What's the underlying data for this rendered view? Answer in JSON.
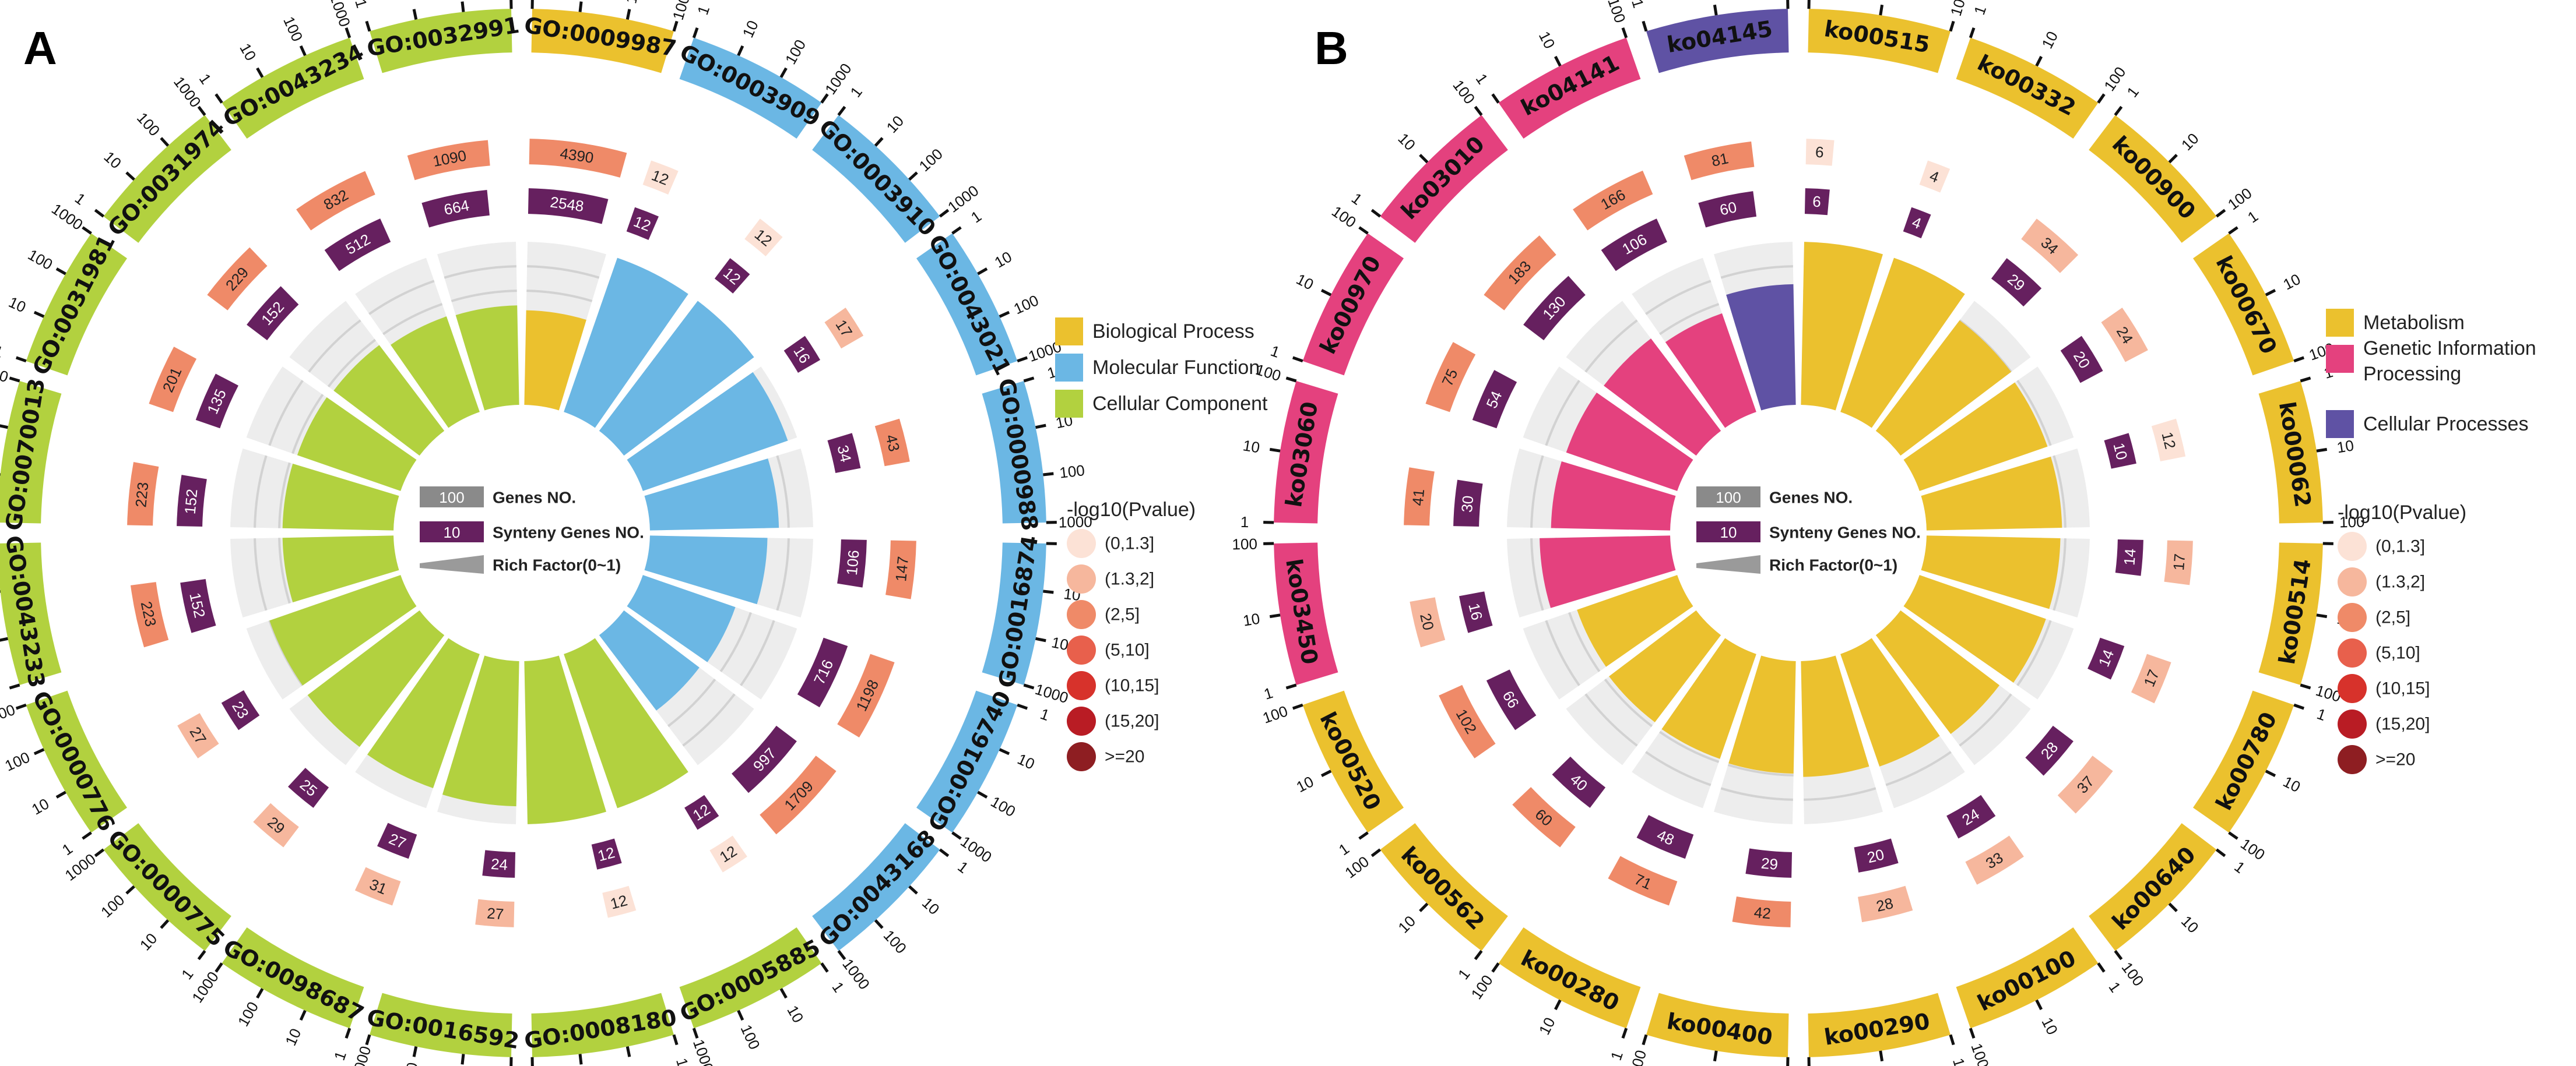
{
  "chart_data": [
    {
      "type": "circos",
      "panel_label": "A",
      "scale_ticks": [
        "1",
        "10",
        "100",
        "1000"
      ],
      "center_legend": {
        "genes_box": "100",
        "genes_label": "Genes NO.",
        "synteny_box": "10",
        "synteny_label": "Synteny Genes NO.",
        "rich_label": "Rich Factor(0~1)"
      },
      "category_legend": [
        {
          "name": "Biological Process",
          "color": "#EBC12E"
        },
        {
          "name": "Molecular Function",
          "color": "#6BB7E4"
        },
        {
          "name": "Cellular Component",
          "color": "#B2D13F"
        }
      ],
      "pvalue_legend": {
        "title": "-log10(Pvalue)",
        "items": [
          {
            "label": "(0,1.3]",
            "color": "#FCE2D6"
          },
          {
            "label": "(1.3,2]",
            "color": "#F6B79D"
          },
          {
            "label": "(2,5]",
            "color": "#EF8A68"
          },
          {
            "label": "(5,10]",
            "color": "#E8604C"
          },
          {
            "label": "(10,15]",
            "color": "#D7322B"
          },
          {
            "label": "(15,20]",
            "color": "#B91C24"
          },
          {
            "label": ">=20",
            "color": "#8E1E22"
          }
        ]
      },
      "terms": [
        {
          "id": "GO:0009987",
          "category": "Biological Process",
          "genes": 4390,
          "synteny": 2548,
          "rich": 0.58
        },
        {
          "id": "GO:0003909",
          "category": "Molecular Function",
          "genes": 12,
          "synteny": 12,
          "rich": 1.0
        },
        {
          "id": "GO:0003910",
          "category": "Molecular Function",
          "genes": 12,
          "synteny": 12,
          "rich": 1.0
        },
        {
          "id": "GO:0043021",
          "category": "Molecular Function",
          "genes": 17,
          "synteny": 16,
          "rich": 0.94
        },
        {
          "id": "GO:0000988",
          "category": "Molecular Function",
          "genes": 43,
          "synteny": 34,
          "rich": 0.79
        },
        {
          "id": "GO:0016874",
          "category": "Molecular Function",
          "genes": 147,
          "synteny": 106,
          "rich": 0.72
        },
        {
          "id": "GO:0016740",
          "category": "Molecular Function",
          "genes": 1198,
          "synteny": 716,
          "rich": 0.6
        },
        {
          "id": "GO:0043168",
          "category": "Molecular Function",
          "genes": 1709,
          "synteny": 997,
          "rich": 0.58
        },
        {
          "id": "GO:0005885",
          "category": "Cellular Component",
          "genes": 12,
          "synteny": 12,
          "rich": 1.0
        },
        {
          "id": "GO:0008180",
          "category": "Cellular Component",
          "genes": 12,
          "synteny": 12,
          "rich": 1.0
        },
        {
          "id": "GO:0016592",
          "category": "Cellular Component",
          "genes": 27,
          "synteny": 24,
          "rich": 0.89
        },
        {
          "id": "GO:0098687",
          "category": "Cellular Component",
          "genes": 31,
          "synteny": 27,
          "rich": 0.87
        },
        {
          "id": "GO:0000775",
          "category": "Cellular Component",
          "genes": 29,
          "synteny": 25,
          "rich": 0.86
        },
        {
          "id": "GO:0000776",
          "category": "Cellular Component",
          "genes": 27,
          "synteny": 23,
          "rich": 0.85
        },
        {
          "id": "GO:0043233",
          "category": "Cellular Component",
          "genes": 223,
          "synteny": 152,
          "rich": 0.68
        },
        {
          "id": "GO:0070013",
          "category": "Cellular Component",
          "genes": 223,
          "synteny": 152,
          "rich": 0.68
        },
        {
          "id": "GO:0031981",
          "category": "Cellular Component",
          "genes": 201,
          "synteny": 135,
          "rich": 0.67
        },
        {
          "id": "GO:0031974",
          "category": "Cellular Component",
          "genes": 229,
          "synteny": 152,
          "rich": 0.66
        },
        {
          "id": "GO:0043234",
          "category": "Cellular Component",
          "genes": 832,
          "synteny": 512,
          "rich": 0.62
        },
        {
          "id": "GO:0032991",
          "category": "Cellular Component",
          "genes": 1090,
          "synteny": 664,
          "rich": 0.61
        }
      ]
    },
    {
      "type": "circos",
      "panel_label": "B",
      "scale_ticks": [
        "1",
        "10",
        "100"
      ],
      "center_legend": {
        "genes_box": "100",
        "genes_label": "Genes NO.",
        "synteny_box": "10",
        "synteny_label": "Synteny Genes NO.",
        "rich_label": "Rich Factor(0~1)"
      },
      "category_legend": [
        {
          "name": "Metabolism",
          "color": "#EBC12E"
        },
        {
          "name": "Genetic Information Processing",
          "color": "#E4417E"
        },
        {
          "name": "Cellular Processes",
          "color": "#5F52A4"
        }
      ],
      "pvalue_legend": {
        "title": "-log10(Pvalue)",
        "items": [
          {
            "label": "(0,1.3]",
            "color": "#FCE2D6"
          },
          {
            "label": "(1.3,2]",
            "color": "#F6B79D"
          },
          {
            "label": "(2,5]",
            "color": "#EF8A68"
          },
          {
            "label": "(5,10]",
            "color": "#E8604C"
          },
          {
            "label": "(10,15]",
            "color": "#D7322B"
          },
          {
            "label": "(15,20]",
            "color": "#B91C24"
          },
          {
            "label": ">=20",
            "color": "#8E1E22"
          }
        ]
      },
      "terms": [
        {
          "id": "ko00515",
          "category": "Metabolism",
          "genes": 6,
          "synteny": 6,
          "rich": 1.0
        },
        {
          "id": "ko00332",
          "category": "Metabolism",
          "genes": 4,
          "synteny": 4,
          "rich": 1.0
        },
        {
          "id": "ko00900",
          "category": "Metabolism",
          "genes": 34,
          "synteny": 29,
          "rich": 0.85
        },
        {
          "id": "ko00670",
          "category": "Metabolism",
          "genes": 24,
          "synteny": 20,
          "rich": 0.83
        },
        {
          "id": "ko00062",
          "category": "Metabolism",
          "genes": 12,
          "synteny": 10,
          "rich": 0.83
        },
        {
          "id": "ko00514",
          "category": "Metabolism",
          "genes": 17,
          "synteny": 14,
          "rich": 0.82
        },
        {
          "id": "ko00780",
          "category": "Metabolism",
          "genes": 17,
          "synteny": 14,
          "rich": 0.82
        },
        {
          "id": "ko00640",
          "category": "Metabolism",
          "genes": 37,
          "synteny": 28,
          "rich": 0.76
        },
        {
          "id": "ko00100",
          "category": "Metabolism",
          "genes": 33,
          "synteny": 24,
          "rich": 0.73
        },
        {
          "id": "ko00290",
          "category": "Metabolism",
          "genes": 28,
          "synteny": 20,
          "rich": 0.71
        },
        {
          "id": "ko00400",
          "category": "Metabolism",
          "genes": 42,
          "synteny": 29,
          "rich": 0.69
        },
        {
          "id": "ko00280",
          "category": "Metabolism",
          "genes": 71,
          "synteny": 48,
          "rich": 0.68
        },
        {
          "id": "ko00562",
          "category": "Metabolism",
          "genes": 60,
          "synteny": 40,
          "rich": 0.67
        },
        {
          "id": "ko00520",
          "category": "Metabolism",
          "genes": 102,
          "synteny": 66,
          "rich": 0.65
        },
        {
          "id": "ko03450",
          "category": "Genetic Information Processing",
          "genes": 20,
          "synteny": 16,
          "rich": 0.8
        },
        {
          "id": "ko03060",
          "category": "Genetic Information Processing",
          "genes": 41,
          "synteny": 30,
          "rich": 0.73
        },
        {
          "id": "ko00970",
          "category": "Genetic Information Processing",
          "genes": 75,
          "synteny": 54,
          "rich": 0.72
        },
        {
          "id": "ko03010",
          "category": "Genetic Information Processing",
          "genes": 183,
          "synteny": 130,
          "rich": 0.71
        },
        {
          "id": "ko04141",
          "category": "Genetic Information Processing",
          "genes": 166,
          "synteny": 106,
          "rich": 0.64
        },
        {
          "id": "ko04145",
          "category": "Cellular Processes",
          "genes": 81,
          "synteny": 60,
          "rich": 0.74
        }
      ]
    }
  ]
}
